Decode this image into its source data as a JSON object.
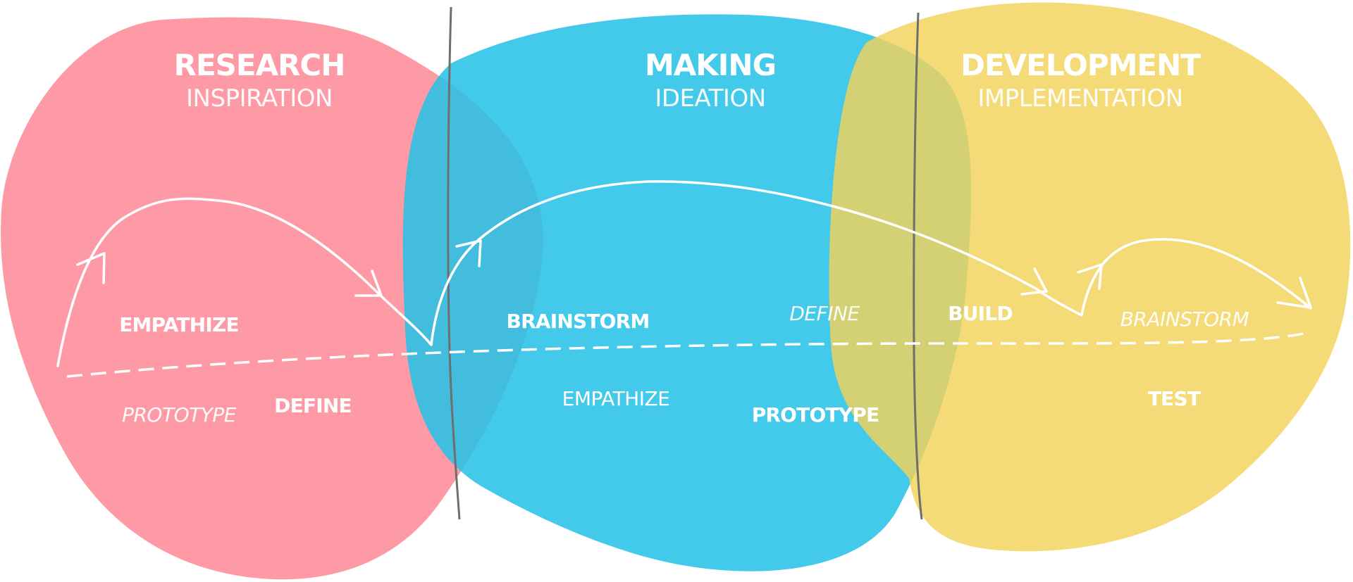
{
  "colors": {
    "research": "#fd9aa6",
    "making": "#29c1e6",
    "development": "#f3d35a",
    "divider": "#6e6e6e",
    "line": "#ffffff"
  },
  "phases": [
    {
      "title": "RESEARCH",
      "subtitle": "INSPIRATION"
    },
    {
      "title": "MAKING",
      "subtitle": "IDEATION"
    },
    {
      "title": "DEVELOPMENT",
      "subtitle": "IMPLEMENTATION"
    }
  ],
  "steps": {
    "research": {
      "empathize": "EMPATHIZE",
      "prototype": "PROTOTYPE",
      "define": "DEFINE"
    },
    "making": {
      "brainstorm": "BRAINSTORM",
      "define": "DEFINE",
      "empathize": "EMPATHIZE",
      "prototype": "PROTOTYPE"
    },
    "development": {
      "build": "BUILD",
      "brainstorm": "BRAINSTORM",
      "test": "TEST"
    }
  }
}
